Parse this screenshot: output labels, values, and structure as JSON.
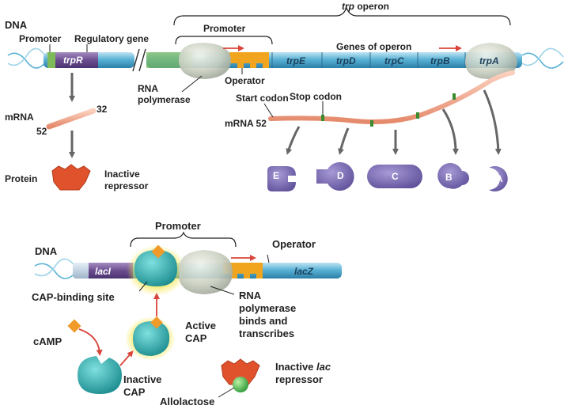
{
  "colors": {
    "dna_blue": "#5bb3d6",
    "regulatory_purple": "#6b4d8f",
    "promoter_green": "#7cba5a",
    "operator_orange": "#f1a51e",
    "polymerase_gray": "#c9cfc0",
    "mrna_salmon": "#f2a48a",
    "protein_purple": "#7b6bb3",
    "repressor_red": "#e0522c",
    "cap_teal": "#2bb3b3",
    "camp_orange": "#f09a2a",
    "arrow_red": "#d9453a"
  },
  "trp": {
    "dna_label": "DNA",
    "operon_title_italic": "trp",
    "operon_title_rest": " operon",
    "promoter_left_label": "Promoter",
    "regulatory_gene_label": "Regulatory gene",
    "trpR": "trpR",
    "promoter_label": "Promoter",
    "genes_label": "Genes of operon",
    "genes": [
      "trpE",
      "trpD",
      "trpC",
      "trpB",
      "trpA"
    ],
    "operator_label": "Operator",
    "rna_pol_line1": "RNA",
    "rna_pol_line2": "polymerase",
    "start_codon": "Start codon",
    "stop_codon": "Stop codon",
    "mrna_left_label": "mRNA",
    "mrna_left_3": "32",
    "mrna_left_5": "52",
    "mrna_right_label": "mRNA 52",
    "protein_label": "Protein",
    "inactive_repressor_1": "Inactive",
    "inactive_repressor_2": "repressor",
    "proteins": [
      "E",
      "D",
      "C",
      "B",
      "A"
    ]
  },
  "lac": {
    "promoter_label": "Promoter",
    "dna_label": "DNA",
    "operator_label": "Operator",
    "lacI": "lacI",
    "lacZ": "lacZ",
    "cap_site_label": "CAP-binding site",
    "rna_pol_1": "RNA",
    "rna_pol_2": "polymerase",
    "rna_pol_3": "binds and",
    "rna_pol_4": "transcribes",
    "camp_label": "cAMP",
    "active_cap_1": "Active",
    "active_cap_2": "CAP",
    "inactive_cap_1": "Inactive",
    "inactive_cap_2": "CAP",
    "inactive_lac_1a": "Inactive ",
    "inactive_lac_1b": "lac",
    "inactive_lac_2": "repressor",
    "allolactose_label": "Allolactose"
  }
}
